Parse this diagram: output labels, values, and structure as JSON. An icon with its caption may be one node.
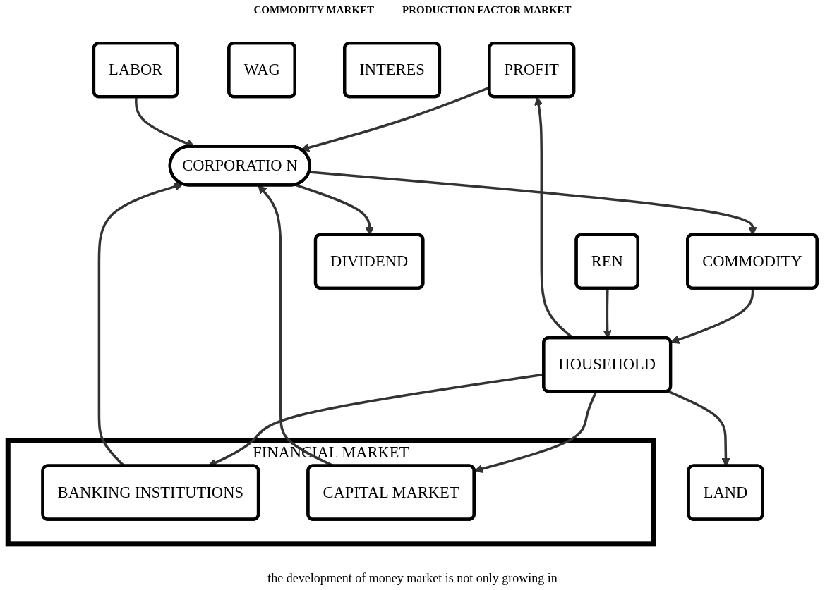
{
  "diagram": {
    "nodes": [
      {
        "text": [
          "PROFIT"
        ]
      },
      {
        "text": [
          "COMMODITY"
        ]
      },
      {
        "text": [
          "HOUSEHOLD"
        ]
      },
      {
        "text": [
          "CORPORATIO N"
        ]
      },
      {
        "text": [
          "REN"
        ]
      },
      {
        "text": [
          "WAG"
        ]
      },
      {
        "text": [
          "INTERES"
        ]
      },
      {
        "text": [
          "DIVIDEND"
        ]
      },
      {
        "text": [
          "LAND"
        ]
      },
      {
        "text": [
          "LABOR"
        ]
      },
      {
        "text": [
          "FINANCIAL MARKET"
        ]
      },
      {
        "text": [
          "BANKING INSTITUTIONS"
        ],
        "in": 10
      },
      {
        "text": [
          "CAPITAL MARKET"
        ],
        "in": 10
      }
    ],
    "edges": [
      {
        "from": 2,
        "to": 0,
        "arrow": "to"
      },
      {
        "from": 0,
        "to": 3,
        "arrow": "to"
      },
      {
        "from": 3,
        "to": 1,
        "arrow": "to"
      },
      {
        "from": 1,
        "to": 2,
        "arrow": "to"
      },
      {
        "from": 3,
        "to": 7,
        "arrow": "to"
      },
      {
        "from": 4,
        "to": 2,
        "arrow": "to"
      },
      {
        "from": 2,
        "to": 8,
        "arrow": "to"
      },
      {
        "from": 9,
        "to": 3,
        "arrow": "to"
      },
      {
        "from": 2,
        "to": 11,
        "arrow": "to"
      },
      {
        "from": 11,
        "to": 3,
        "arrow": "to"
      },
      {
        "from": 2,
        "to": 12,
        "arrow": "to"
      },
      {
        "from": 12,
        "to": 3,
        "arrow": "to"
      }
    ],
    "labels": [
      "COMMODITY MARKET",
      "PRODUCTION FACTOR MARKET",
      "the development of money market is not only growing in"
    ]
  }
}
